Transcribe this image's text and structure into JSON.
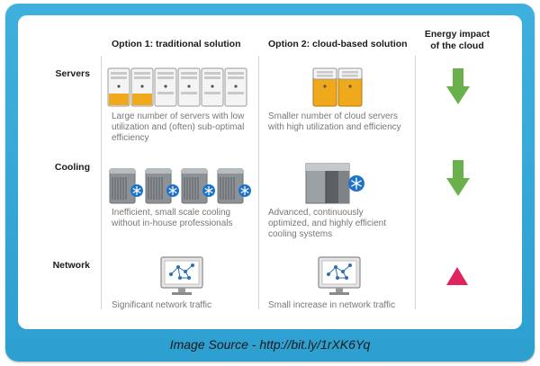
{
  "headers": {
    "option1": "Option 1: traditional solution",
    "option2": "Option 2: cloud-based solution",
    "impact_line1": "Energy impact",
    "impact_line2": "of the cloud"
  },
  "rows": [
    {
      "label": "Servers",
      "option1": "Large number of servers with low utilization and (often) sub-optimal efficiency",
      "option2": "Smaller number of cloud servers with high utilization and efficiency",
      "impact": "decrease"
    },
    {
      "label": "Cooling",
      "option1": "Inefficient, small scale cooling without in-house professionals",
      "option2": "Advanced, continuously optimized, and highly efficient cooling systems",
      "impact": "decrease"
    },
    {
      "label": "Network",
      "option1": "Significant network traffic",
      "option2": "Small increase in network traffic",
      "impact": "increase"
    }
  ],
  "caption": "Image Source - http://bit.ly/1rXK6Yq",
  "colors": {
    "frame": "#3fb0dd",
    "server_fill": "#f0a81c",
    "decrease_arrow": "#6ab04c",
    "increase_arrow": "#e0245e",
    "snowflake": "#1e73c8"
  },
  "icons": [
    "server-rack-icon",
    "cooling-unit-icon",
    "snowflake-icon",
    "network-monitor-icon",
    "down-arrow-icon",
    "up-arrow-icon"
  ]
}
